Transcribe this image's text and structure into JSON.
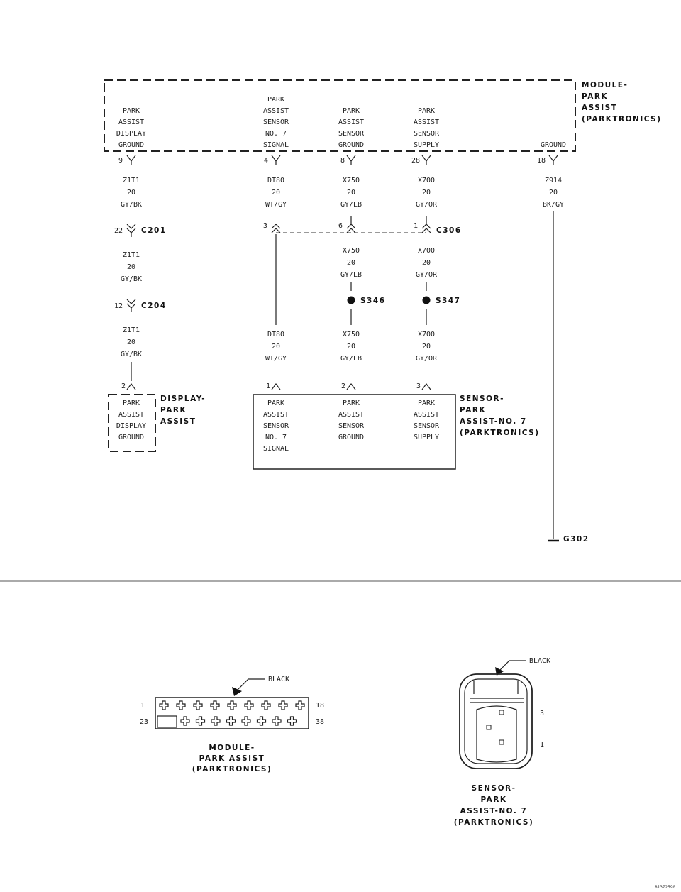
{
  "module": {
    "name": [
      "MODULE-",
      "PARK",
      "ASSIST",
      "(PARKTRONICS)"
    ],
    "col1": [
      "PARK",
      "ASSIST",
      "DISPLAY",
      "GROUND"
    ],
    "col2": [
      "PARK",
      "ASSIST",
      "SENSOR",
      "NO. 7",
      "SIGNAL"
    ],
    "col3": [
      "PARK",
      "ASSIST",
      "SENSOR",
      "GROUND"
    ],
    "col4": [
      "PARK",
      "ASSIST",
      "SENSOR",
      "SUPPLY"
    ],
    "col5": [
      "GROUND"
    ]
  },
  "pins": {
    "p1": "9",
    "p2": "4",
    "p3": "8",
    "p4": "28",
    "p5": "18"
  },
  "wires": {
    "w1": [
      "Z1T1",
      "20",
      "GY/BK"
    ],
    "w2": [
      "DT80",
      "20",
      "WT/GY"
    ],
    "w3": [
      "X750",
      "20",
      "GY/LB"
    ],
    "w4": [
      "X700",
      "20",
      "GY/OR"
    ],
    "w5": [
      "Z914",
      "20",
      "BK/GY"
    ]
  },
  "connectors": {
    "c201": {
      "label": "C201",
      "pin": "22"
    },
    "c204": {
      "label": "C204",
      "pin": "12"
    },
    "c306": {
      "label": "C306",
      "pin_a": "3",
      "pin_b": "6",
      "pin_c": "1"
    }
  },
  "splices": {
    "s346": "S346",
    "s347": "S347"
  },
  "ground": "G302",
  "display": {
    "name": [
      "DISPLAY-",
      "PARK",
      "ASSIST"
    ],
    "body": [
      "PARK",
      "ASSIST",
      "DISPLAY",
      "GROUND"
    ],
    "pin": "2"
  },
  "sensor": {
    "name": [
      "SENSOR-",
      "PARK",
      "ASSIST-NO. 7",
      "(PARKTRONICS)"
    ],
    "col1": [
      "PARK",
      "ASSIST",
      "SENSOR",
      "NO. 7",
      "SIGNAL"
    ],
    "col2": [
      "PARK",
      "ASSIST",
      "SENSOR",
      "GROUND"
    ],
    "col3": [
      "PARK",
      "ASSIST",
      "SENSOR",
      "SUPPLY"
    ],
    "pins": [
      "1",
      "2",
      "3"
    ]
  },
  "module_connector": {
    "color": "BLACK",
    "pin_tl": "1",
    "pin_tr": "18",
    "pin_bl": "23",
    "pin_br": "38",
    "title": [
      "MODULE-",
      "PARK ASSIST",
      "(PARKTRONICS)"
    ]
  },
  "sensor_connector": {
    "color": "BLACK",
    "pin_top": "3",
    "pin_bottom": "1",
    "title": [
      "SENSOR-",
      "PARK",
      "ASSIST-NO. 7",
      "(PARKTRONICS)"
    ]
  },
  "figure_id": "81372590"
}
